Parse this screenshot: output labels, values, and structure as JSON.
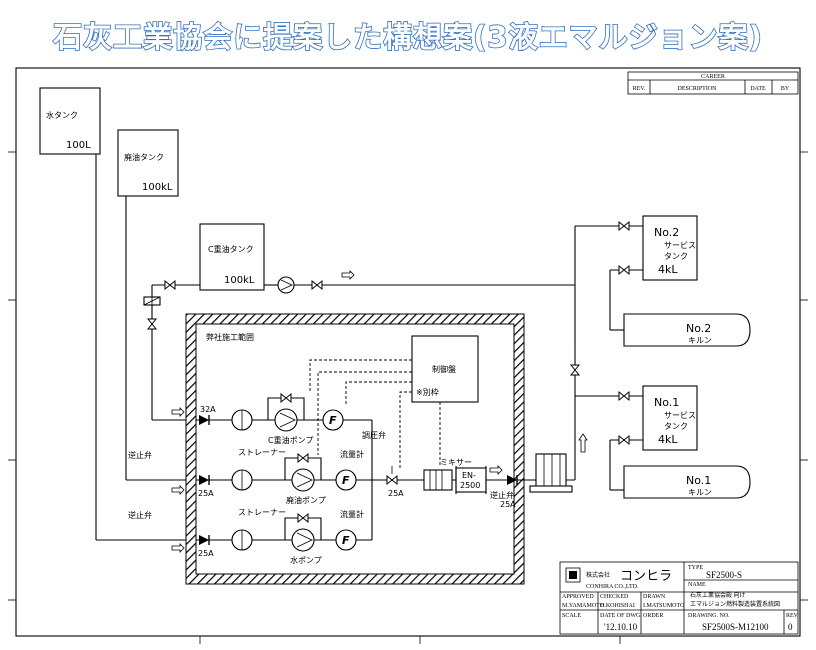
{
  "header": {
    "title": "石灰工業協会に提案した構想案(3液エマルジョン案)"
  },
  "revision_block": {
    "career": "CAREER",
    "rev": "REV.",
    "description": "DESCRIPTION",
    "date": "DATE",
    "by": "BY"
  },
  "tanks": {
    "water": {
      "name": "水タンク",
      "capacity": "100L"
    },
    "waste_oil": {
      "name": "廃油タンク",
      "capacity": "100kL"
    },
    "c_heavy_oil": {
      "name": "C重油タンク",
      "capacity": "100kL"
    },
    "service2": {
      "line1": "No.2",
      "line2": "サービス",
      "line3": "タンク",
      "capacity": "4kL"
    },
    "service1": {
      "line1": "No.1",
      "line2": "サービス",
      "line3": "タンク",
      "capacity": "4kL"
    }
  },
  "kilns": {
    "kiln2": {
      "name": "No.2",
      "label": "キルン"
    },
    "kiln1": {
      "name": "No.1",
      "label": "キルン"
    }
  },
  "scope": {
    "label": "弊社施工範囲"
  },
  "control_panel": {
    "label": "制御盤",
    "note": "※別枠"
  },
  "components": {
    "check_valve": "逆止弁",
    "strainer": "ストレーナー",
    "c_pump": "C重油ポンプ",
    "waste_pump": "廃油ポンプ",
    "water_pump": "水ポンプ",
    "flowmeter": "流量計",
    "pressure_valve": "調圧弁",
    "mixer": "ミキサー",
    "mixer_model_1": "EN-",
    "mixer_model_2": "2500",
    "flow_symbol": "F"
  },
  "sizes": {
    "s32a": "32A",
    "s25a_1": "25A",
    "s25a_2": "25A",
    "s25a_3": "25A",
    "s25a_4": "25A"
  },
  "title_block": {
    "company_small": "株式会社",
    "company": "コンヒラ",
    "company_en": "CONHIRA CO.,LTD.",
    "type_label": "TYPE",
    "type_value": "SF2500-S",
    "name_label": "NAME",
    "name_line1": "石灰工業協会殿 向け",
    "name_line2": "エマルジョン燃料製造装置系統図",
    "approved_label": "APPROVED",
    "approved_value": "M.YAMAMOTO",
    "checked_label": "CHECKED",
    "checked_value": "H.KOHISHAI",
    "drawn_label": "DRAWN",
    "drawn_value": "I.MATSUMOTO",
    "scale_label": "SCALE",
    "date_label": "DATE OF DWG.",
    "date_value": "'12.10.10",
    "order_label": "ORDER",
    "drawing_label": "DRAWING. NO.",
    "drawing_value": "SF2500S-M12100",
    "rev_label": "REV.",
    "rev_value": "0"
  }
}
